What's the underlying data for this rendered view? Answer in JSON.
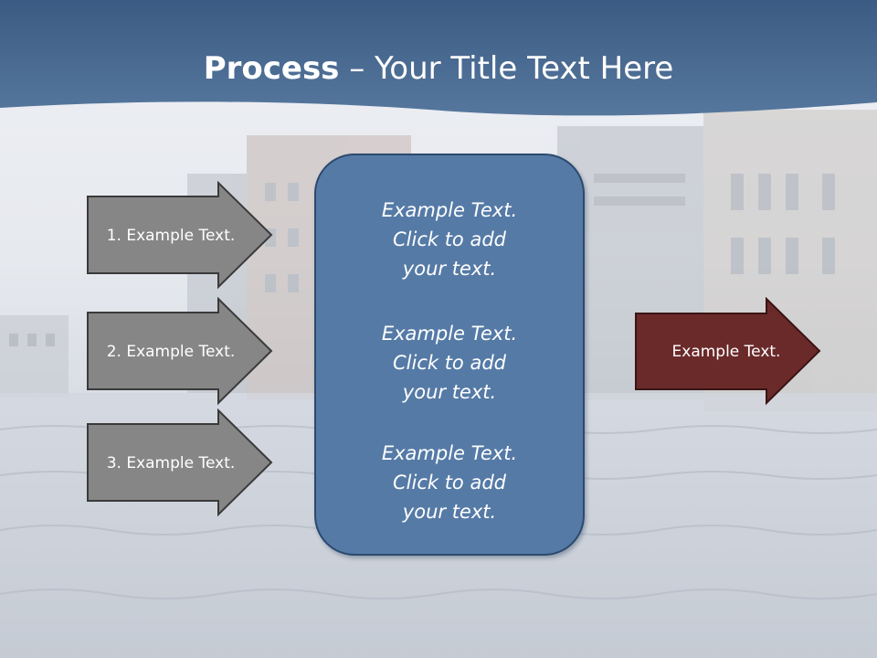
{
  "title": {
    "bold": "Process",
    "rest": " – Your Title Text Here"
  },
  "left_arrows": [
    {
      "label": "1. Example Text."
    },
    {
      "label": "2. Example Text."
    },
    {
      "label": "3. Example Text."
    }
  ],
  "center_blocks": [
    {
      "text": "Example Text.\nClick  to add\nyour text."
    },
    {
      "text": "Example Text.\nClick  to add\nyour text."
    },
    {
      "text": "Example Text.\nClick  to add\nyour text."
    }
  ],
  "output_arrow": {
    "label": "Example Text."
  },
  "colors": {
    "header": "#45668f",
    "left_arrow_fill": "#868686",
    "center_box_fill": "#557aa6",
    "output_arrow_fill": "#6b2a2a"
  }
}
